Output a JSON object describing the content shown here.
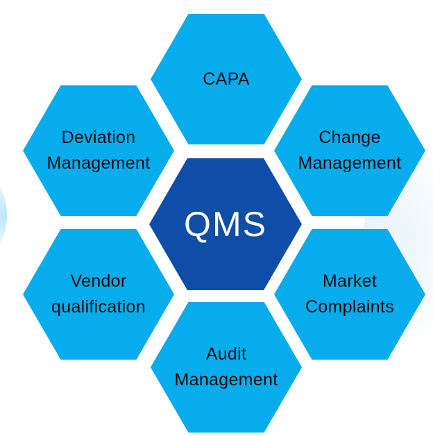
{
  "diagram": {
    "center": {
      "label": "QMS"
    },
    "nodes": [
      {
        "id": "capa",
        "label": "CAPA"
      },
      {
        "id": "deviation",
        "label": "Deviation\nManagement"
      },
      {
        "id": "change",
        "label": "Change\nManagement"
      },
      {
        "id": "vendor",
        "label": "Vendor\nqualification"
      },
      {
        "id": "market",
        "label": "Market\nComplaints"
      },
      {
        "id": "audit",
        "label": "Audit\nManagement"
      }
    ]
  },
  "colors": {
    "outer_hex": "#07aced",
    "center_hex": "#0f4ea8",
    "outer_text": "#0b0b0b",
    "center_text": "#ffffff"
  }
}
